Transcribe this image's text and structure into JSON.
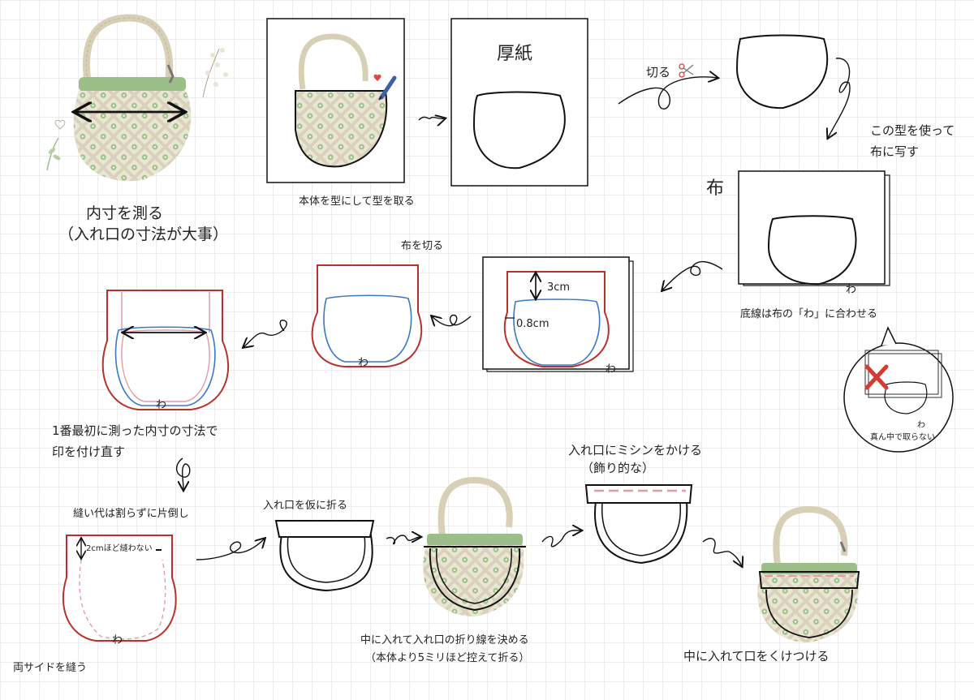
{
  "labels": {
    "measure_line1": "内寸を測る",
    "measure_line2": "（入れ口の寸法が大事）",
    "trace_body": "本体を型にして型を取る",
    "cardboard": "厚紙",
    "cut": "切る",
    "use_pattern_line1": "この型を使って",
    "use_pattern_line2": "布に写す",
    "fabric": "布",
    "fold_align": "底線は布の「わ」に合わせる",
    "not_center": "真ん中で取らない",
    "cut_fabric": "布を切る",
    "seam_3cm": "3cm",
    "seam_08cm": "0.8cm",
    "wa": "わ",
    "remark_line1": "1番最初に測った内寸の寸法で",
    "remark_line2": "印を付け直す",
    "seam_allowance": "縫い代は割らずに片倒し",
    "no_sew_2cm": "2cmほど縫わない",
    "sew_sides": "両サイドを縫う",
    "fold_opening": "入れ口を仮に折る",
    "decide_fold_line1": "中に入れて入れ口の折り線を決める",
    "decide_fold_line2": "（本体より5ミリほど控えて折る）",
    "machine_line1": "入れ口にミシンをかける",
    "machine_line2": "（飾り的な）",
    "attach_inside": "中に入れて口をくけつける"
  },
  "icons": [
    "scissors-icon",
    "pen-icon",
    "heart-icon",
    "cross-mark-icon",
    "flower-sprig-icon",
    "arrow-icon"
  ],
  "colors": {
    "outline": "#111111",
    "red_line": "#b8312b",
    "blue_line": "#3a78c8",
    "pink_line": "#e59aa6",
    "crochet_cream": "#e8e2cf",
    "crochet_green": "#8fb47f",
    "cross_red": "#d63b2f"
  }
}
